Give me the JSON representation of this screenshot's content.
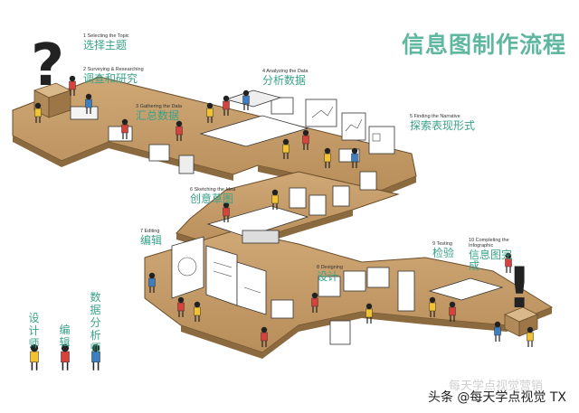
{
  "title": "信息图制作流程",
  "steps": [
    {
      "en": "1 Selecting the Topic",
      "zh": "选择主题"
    },
    {
      "en": "2 Surveying & Researching",
      "zh": "调查和研究"
    },
    {
      "en": "3 Gathering the Data",
      "zh": "汇总数据"
    },
    {
      "en": "4 Analyzing the Data",
      "zh": "分析数据"
    },
    {
      "en": "5 Finding the Narrative",
      "zh": "探索表现形式"
    },
    {
      "en": "6 Sketching the Idea",
      "zh": "创意草图"
    },
    {
      "en": "7 Editing",
      "zh": "编辑"
    },
    {
      "en": "8 Designing",
      "zh": "设计"
    },
    {
      "en": "9 Testing",
      "zh": "检验"
    },
    {
      "en": "10 Completing the Infographic",
      "zh": "信息图完成"
    }
  ],
  "roles": [
    {
      "label": "设计师",
      "color": "#f2c230"
    },
    {
      "label": "编辑",
      "color": "#d8423c"
    },
    {
      "label": "数据分析师",
      "color": "#3d7fc0"
    }
  ],
  "question_mark": "?",
  "exclamation_mark": "!",
  "watermark": "头条 @每天学点视觉 TX",
  "watermark_ghost": "每天学点视觉营销",
  "colors": {
    "platform_top": "#c9a36f",
    "platform_side": "#8c6a3f",
    "accent_text": "#3aa38a",
    "yellow": "#f2c230",
    "red": "#d8423c",
    "blue": "#3d7fc0"
  }
}
